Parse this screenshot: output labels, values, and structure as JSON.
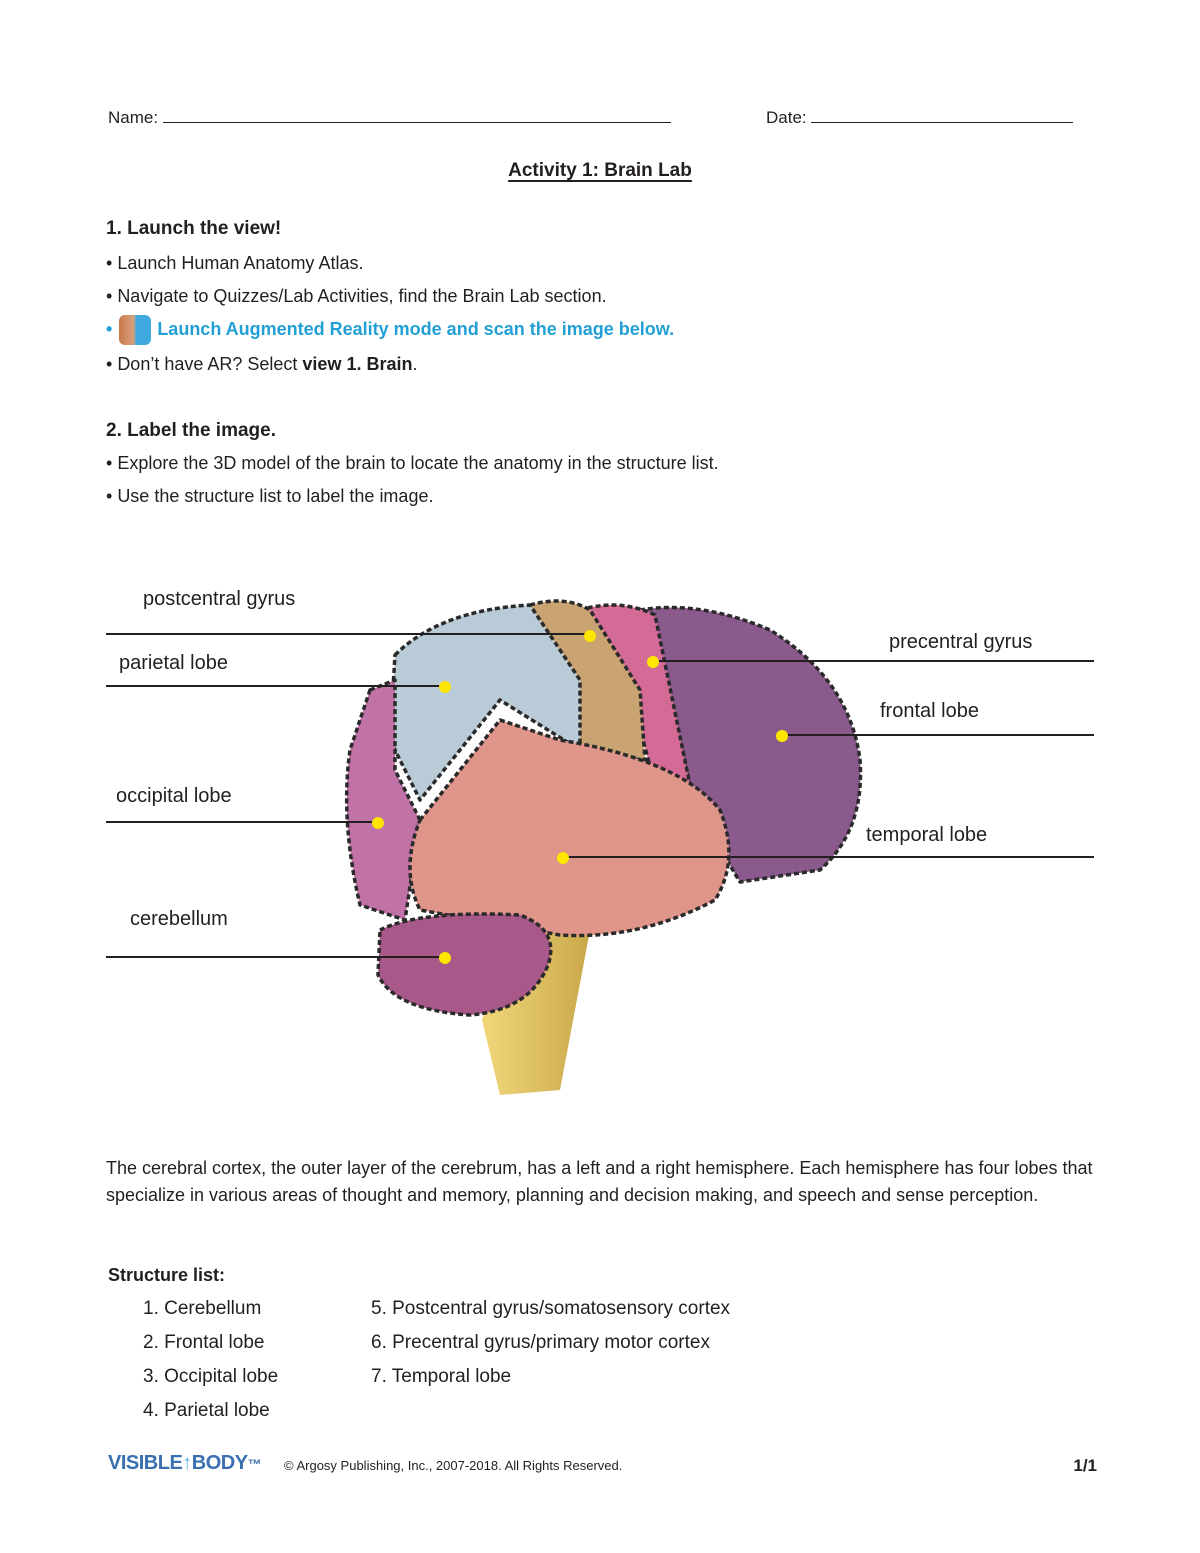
{
  "header": {
    "name_label": "Name:",
    "date_label": "Date:"
  },
  "title": "Activity 1: Brain Lab",
  "section1": {
    "heading": "1. Launch the view!",
    "bullets": [
      "Launch Human Anatomy Atlas.",
      "Navigate to Quizzes/Lab Activities, find the Brain Lab section.",
      "Launch Augmented Reality mode and scan the image below."
    ],
    "bullet4_prefix": "Don’t have AR? Select ",
    "bullet4_bold": "view 1. Brain",
    "bullet4_suffix": ".",
    "ar_icon": "human-anatomy-atlas-app-icon",
    "ar_color": "#22a0d6"
  },
  "section2": {
    "heading": "2. Label the image.",
    "bullets": [
      "Explore the 3D model of the brain to locate the anatomy in the structure list.",
      "Use the structure list to label the image."
    ]
  },
  "figure": {
    "labels_left": [
      {
        "text": "postcentral gyrus"
      },
      {
        "text": "parietal lobe"
      },
      {
        "text": "occipital lobe"
      },
      {
        "text": "cerebellum"
      }
    ],
    "labels_right": [
      {
        "text": "precentral gyrus"
      },
      {
        "text": "frontal lobe"
      },
      {
        "text": "temporal lobe"
      }
    ],
    "marker_color": "#ffe600",
    "region_colors": {
      "parietal": "#b9cbd6",
      "postcentral": "#c9a371",
      "precentral": "#d46a96",
      "frontal": "#8a5a8c",
      "temporal": "#e0958a",
      "occipital": "#c172a6",
      "cerebellum": "#a9588a",
      "brainstem": "#e8c870"
    }
  },
  "paragraph": "The cerebral cortex, the outer layer of the cerebrum, has a left and a right hemisphere. Each hemisphere has four lobes that specialize in various areas of thought and memory, planning and decision making, and speech and sense perception.",
  "structure_list": {
    "heading": "Structure list:",
    "col1": [
      "1.  Cerebellum",
      "2. Frontal lobe",
      "3. Occipital lobe",
      "4. Parietal lobe"
    ],
    "col2": [
      "5. Postcentral gyrus/somatosensory cortex",
      "6. Precentral gyrus/primary motor cortex",
      "7.  Temporal lobe"
    ]
  },
  "footer": {
    "logo_left": "VISIBLE",
    "logo_right": "BODY",
    "copyright": "© Argosy Publishing, Inc., 2007-2018. All Rights Reserved.",
    "page": "1/1"
  }
}
